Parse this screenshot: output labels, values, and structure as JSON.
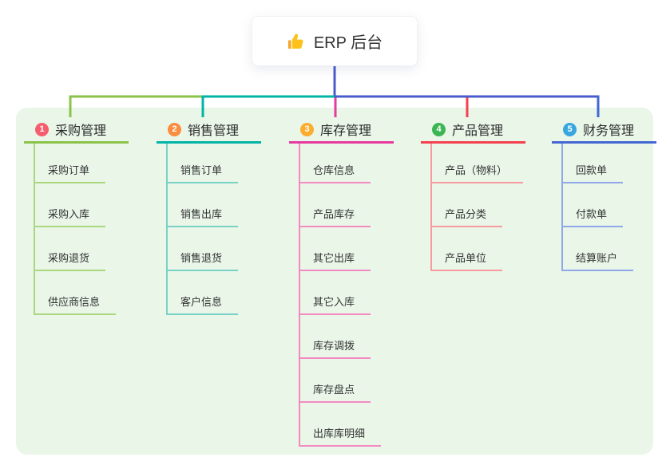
{
  "root": {
    "label": "ERP 后台",
    "icon": "thumbs-up-icon"
  },
  "colors": {
    "canvas_bg": "#ffffff",
    "panel_bg": "#e9f6e8",
    "root_connector": "#4b5bce",
    "root_text": "#333333",
    "thumb_yellow": "#fcc21b",
    "thumb_cuff": "#f5a623"
  },
  "branches": [
    {
      "badge": "1",
      "label": "采购管理",
      "badge_color": "#f65e6d",
      "line_color": "#8bc34a",
      "child_line_color": "#abd77f",
      "children": [
        "采购订单",
        "采购入库",
        "采购退货",
        "供应商信息"
      ]
    },
    {
      "badge": "2",
      "label": "销售管理",
      "badge_color": "#fb8d3e",
      "line_color": "#00b4a6",
      "child_line_color": "#79d2c6",
      "children": [
        "销售订单",
        "销售出库",
        "销售退货",
        "客户信息"
      ]
    },
    {
      "badge": "3",
      "label": "库存管理",
      "badge_color": "#fbad2f",
      "line_color": "#e63a9e",
      "child_line_color": "#f38ac2",
      "children": [
        "仓库信息",
        "产品库存",
        "其它出库",
        "其它入库",
        "库存调拨",
        "库存盘点",
        "出库库明细"
      ]
    },
    {
      "badge": "4",
      "label": "产品管理",
      "badge_color": "#3cb553",
      "line_color": "#f4404f",
      "child_line_color": "#f79ba0",
      "children": [
        "产品（物料）",
        "产品分类",
        "产品单位"
      ]
    },
    {
      "badge": "5",
      "label": "财务管理",
      "badge_color": "#38a7de",
      "line_color": "#4467d4",
      "child_line_color": "#90a7e9",
      "children": [
        "回款单",
        "付款单",
        "结算账户"
      ]
    }
  ]
}
